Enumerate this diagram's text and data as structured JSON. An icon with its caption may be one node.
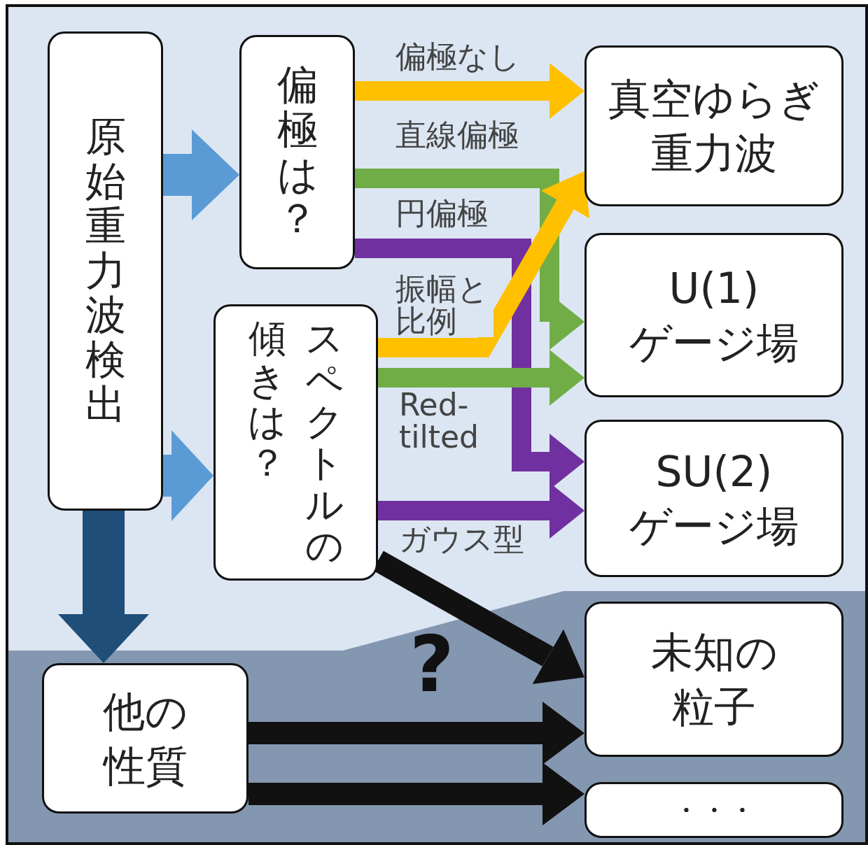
{
  "diagram": {
    "nodes": [
      {
        "text": [
          "原始重力波検出"
        ]
      },
      {
        "text": [
          "偏極は？"
        ]
      },
      {
        "text": [
          "スペクトルの傾きは？"
        ]
      },
      {
        "text": [
          "真空ゆらぎ重力波"
        ]
      },
      {
        "text": [
          "U(1)",
          "ゲージ場"
        ]
      },
      {
        "text": [
          "SU(2)",
          "ゲージ場"
        ]
      },
      {
        "text": [
          "未知の粒子"
        ]
      },
      {
        "text": [
          "他の性質"
        ]
      },
      {
        "text": [
          "・・・"
        ]
      }
    ],
    "edges": [
      {
        "from": 0,
        "to": 1,
        "arrow": "to",
        "style": "thick",
        "color": "#5b9bd5"
      },
      {
        "from": 0,
        "to": 2,
        "arrow": "to",
        "style": "thick",
        "color": "#5b9bd5"
      },
      {
        "from": 0,
        "to": 7,
        "arrow": "to",
        "style": "thick",
        "color": "#1f4e79"
      },
      {
        "from": 1,
        "to": 3,
        "arrow": "to",
        "label": "偏極なし",
        "color": "#ffc000"
      },
      {
        "from": 1,
        "to": 4,
        "arrow": "to",
        "label": "直線偏極",
        "color": "#70ad47"
      },
      {
        "from": 1,
        "to": 5,
        "arrow": "to",
        "label": "円偏極",
        "color": "#7030a0"
      },
      {
        "from": 2,
        "to": 3,
        "arrow": "to",
        "label": "振幅と比例",
        "color": "#ffc000"
      },
      {
        "from": 2,
        "to": 4,
        "arrow": "to",
        "label": "Red-tilted",
        "color": "#70ad47"
      },
      {
        "from": 2,
        "to": 5,
        "arrow": "to",
        "label": "ガウス型",
        "color": "#7030a0"
      },
      {
        "from": 2,
        "to": 6,
        "arrow": "to"
      },
      {
        "from": 7,
        "to": 6,
        "arrow": "to"
      },
      {
        "from": 7,
        "to": 8,
        "arrow": "to"
      }
    ],
    "labels": [
      "?"
    ]
  }
}
